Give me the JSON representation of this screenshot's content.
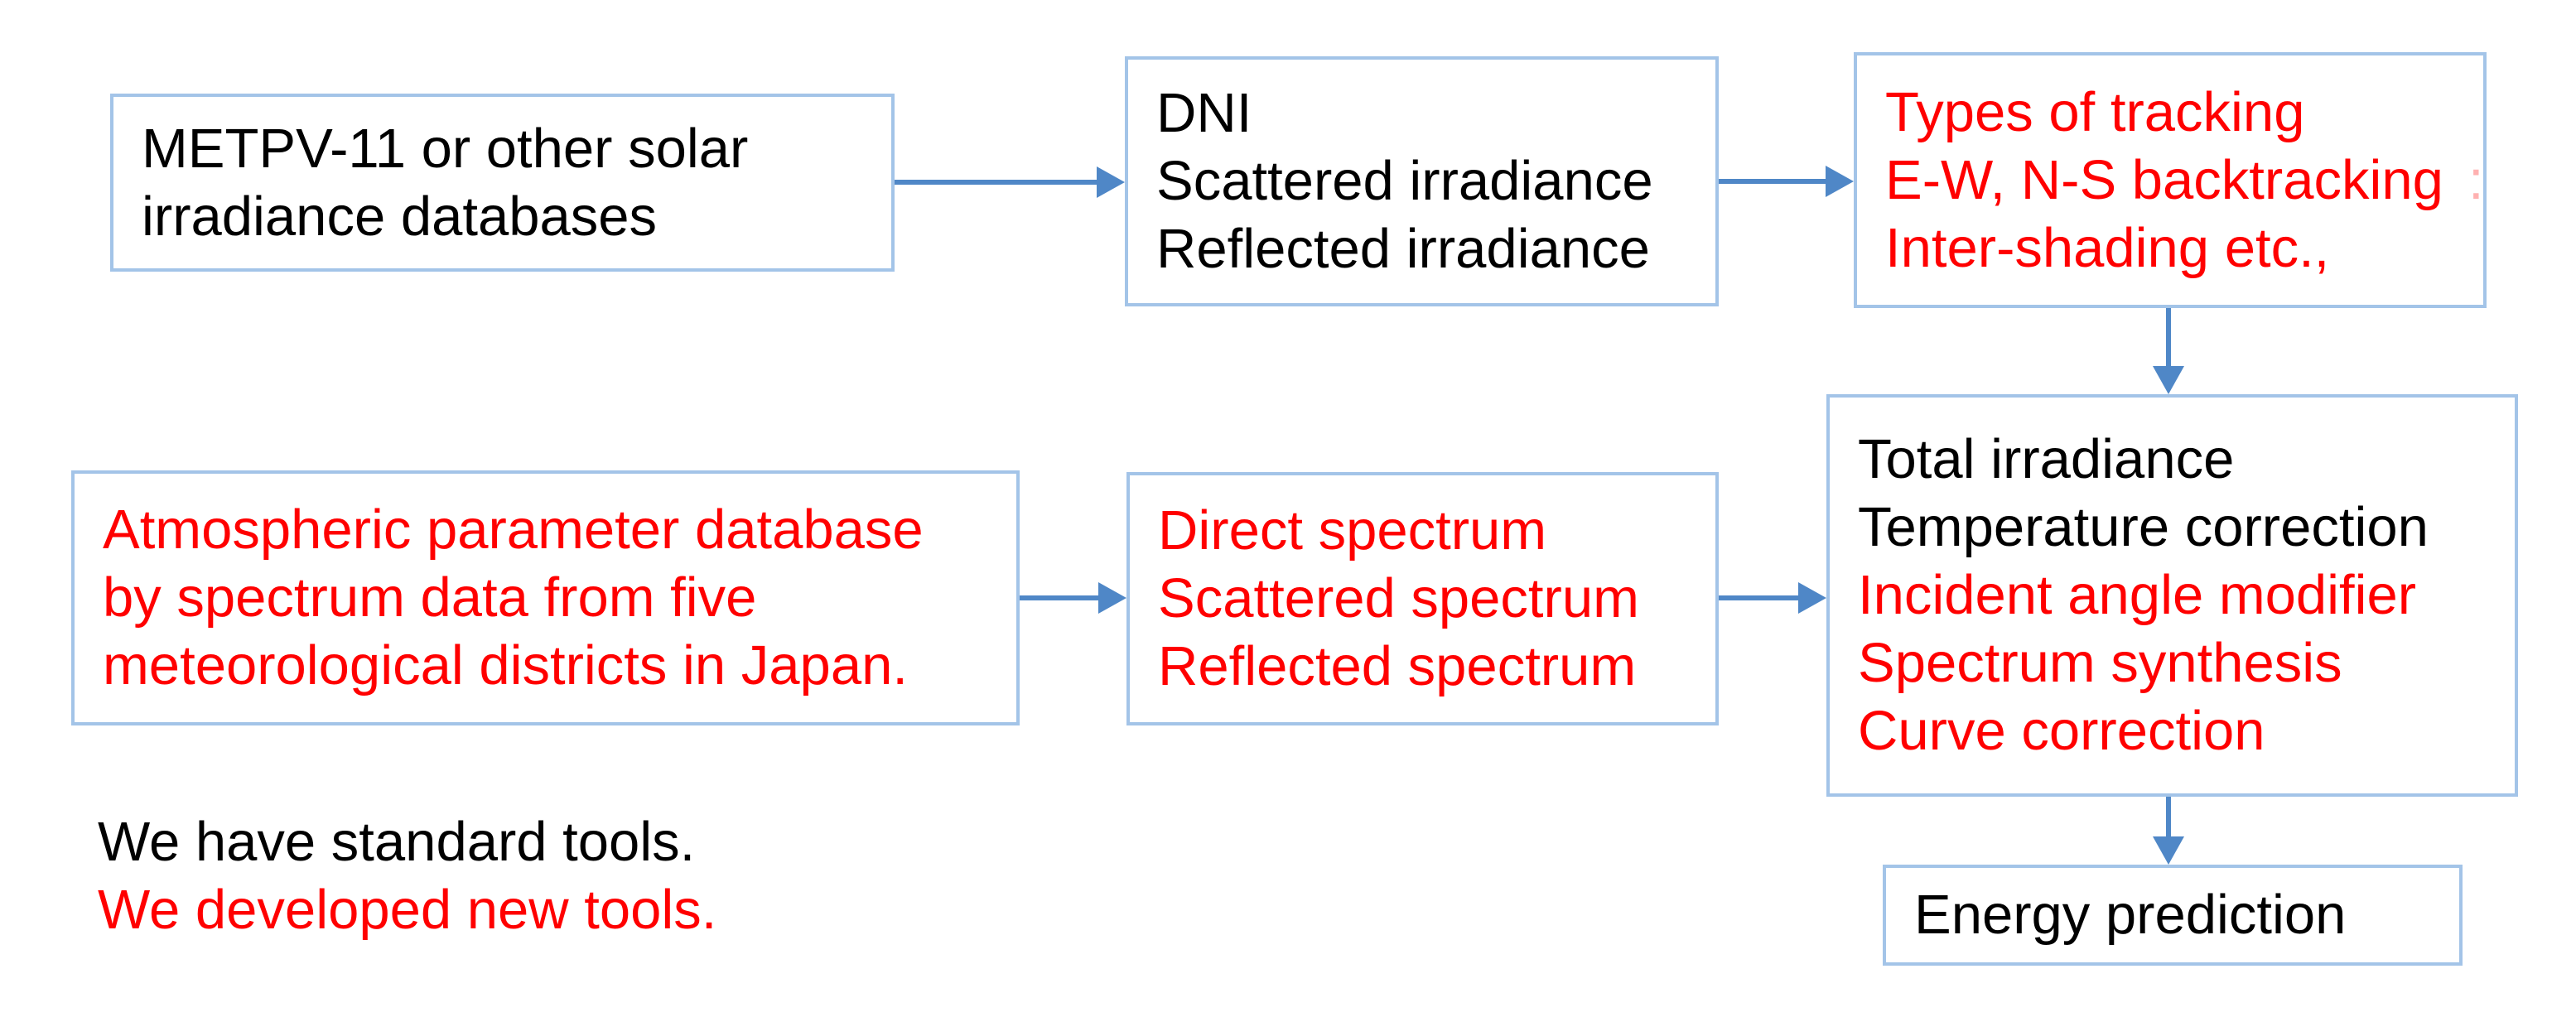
{
  "colors": {
    "background": "#FFFFFF",
    "box_border": "#A3C4E8",
    "arrow": "#4F87C7",
    "text_black": "#000000",
    "text_red": "#FF0000"
  },
  "boxes": [
    {
      "id": "solar-database",
      "lines": [
        {
          "text": "METPV-11 or other solar",
          "color": "#000000"
        },
        {
          "text": "irradiance databases",
          "color": "#000000"
        }
      ]
    },
    {
      "id": "irradiance-components",
      "lines": [
        {
          "text": "DNI",
          "color": "#000000"
        },
        {
          "text": "Scattered irradiance",
          "color": "#000000"
        },
        {
          "text": "Reflected irradiance",
          "color": "#000000"
        }
      ]
    },
    {
      "id": "tracking-types",
      "lines": [
        {
          "text": "Types of tracking",
          "color": "#FF0000"
        },
        {
          "text": "E-W, N-S backtracking",
          "suffix": ":",
          "color": "#FF0000"
        },
        {
          "text": "Inter-shading etc.,",
          "color": "#FF0000"
        }
      ]
    },
    {
      "id": "atmospheric-database",
      "lines": [
        {
          "text": "Atmospheric parameter database",
          "color": "#FF0000"
        },
        {
          "text": "by spectrum data from five",
          "color": "#FF0000"
        },
        {
          "text": "meteorological districts in Japan.",
          "color": "#FF0000"
        }
      ]
    },
    {
      "id": "spectrum-components",
      "lines": [
        {
          "text": "Direct spectrum",
          "color": "#FF0000"
        },
        {
          "text": "Scattered spectrum",
          "color": "#FF0000"
        },
        {
          "text": "Reflected spectrum",
          "color": "#FF0000"
        }
      ]
    },
    {
      "id": "processing-steps",
      "lines": [
        {
          "text": "Total irradiance",
          "color": "#000000"
        },
        {
          "text": "Temperature correction",
          "color": "#000000"
        },
        {
          "text": "Incident angle modifier",
          "color": "#FF0000"
        },
        {
          "text": "Spectrum synthesis",
          "color": "#FF0000"
        },
        {
          "text": "Curve correction",
          "color": "#FF0000"
        }
      ]
    },
    {
      "id": "energy-prediction",
      "lines": [
        {
          "text": "Energy prediction",
          "color": "#000000"
        }
      ]
    }
  ],
  "legend": {
    "lines": [
      {
        "text": "We have standard tools.",
        "color": "#000000"
      },
      {
        "text": "We developed new tools.",
        "color": "#FF0000"
      }
    ]
  }
}
